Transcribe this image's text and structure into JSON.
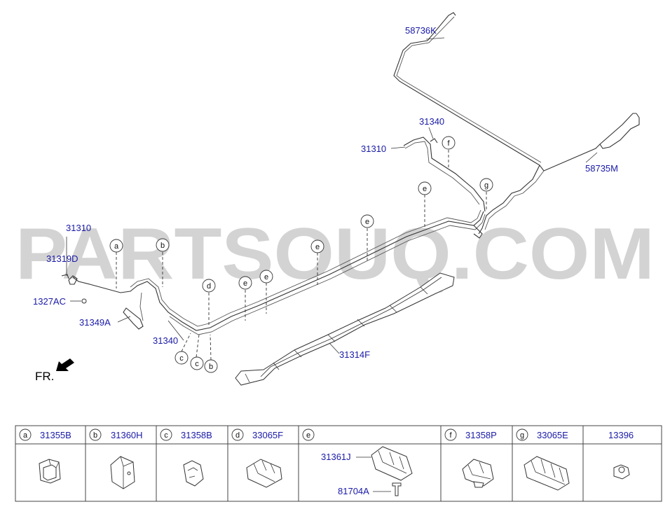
{
  "watermark": "PARTSOUQ.COM",
  "direction_label": "FR.",
  "callouts": [
    {
      "id": "c-58736K",
      "text": "58736K"
    },
    {
      "id": "c-58735M",
      "text": "58735M"
    },
    {
      "id": "c-31340-top",
      "text": "31340"
    },
    {
      "id": "c-31310-top",
      "text": "31310"
    },
    {
      "id": "c-31310-left",
      "text": "31310"
    },
    {
      "id": "c-31319D",
      "text": "31319D"
    },
    {
      "id": "c-1327AC",
      "text": "1327AC"
    },
    {
      "id": "c-31349A",
      "text": "31349A"
    },
    {
      "id": "c-31340-bottom",
      "text": "31340"
    },
    {
      "id": "c-31314F",
      "text": "31314F"
    }
  ],
  "markers": [
    "a",
    "b",
    "d",
    "e",
    "e",
    "e",
    "e",
    "e",
    "f",
    "g",
    "c",
    "c",
    "b"
  ],
  "legend": [
    {
      "letter": "a",
      "part": "31355B",
      "icon": "clip-a-icon"
    },
    {
      "letter": "b",
      "part": "31360H",
      "icon": "clip-b-icon"
    },
    {
      "letter": "c",
      "part": "31358B",
      "icon": "clip-c-icon"
    },
    {
      "letter": "d",
      "part": "33065F",
      "icon": "clip-d-icon"
    },
    {
      "letter": "e",
      "part": "",
      "icon": "clip-e-icon",
      "sub_parts": [
        "31361J",
        "81704A"
      ]
    },
    {
      "letter": "f",
      "part": "31358P",
      "icon": "clip-f-icon"
    },
    {
      "letter": "g",
      "part": "33065E",
      "icon": "clip-g-icon"
    },
    {
      "letter": "",
      "part": "13396",
      "icon": "nut-icon"
    }
  ]
}
